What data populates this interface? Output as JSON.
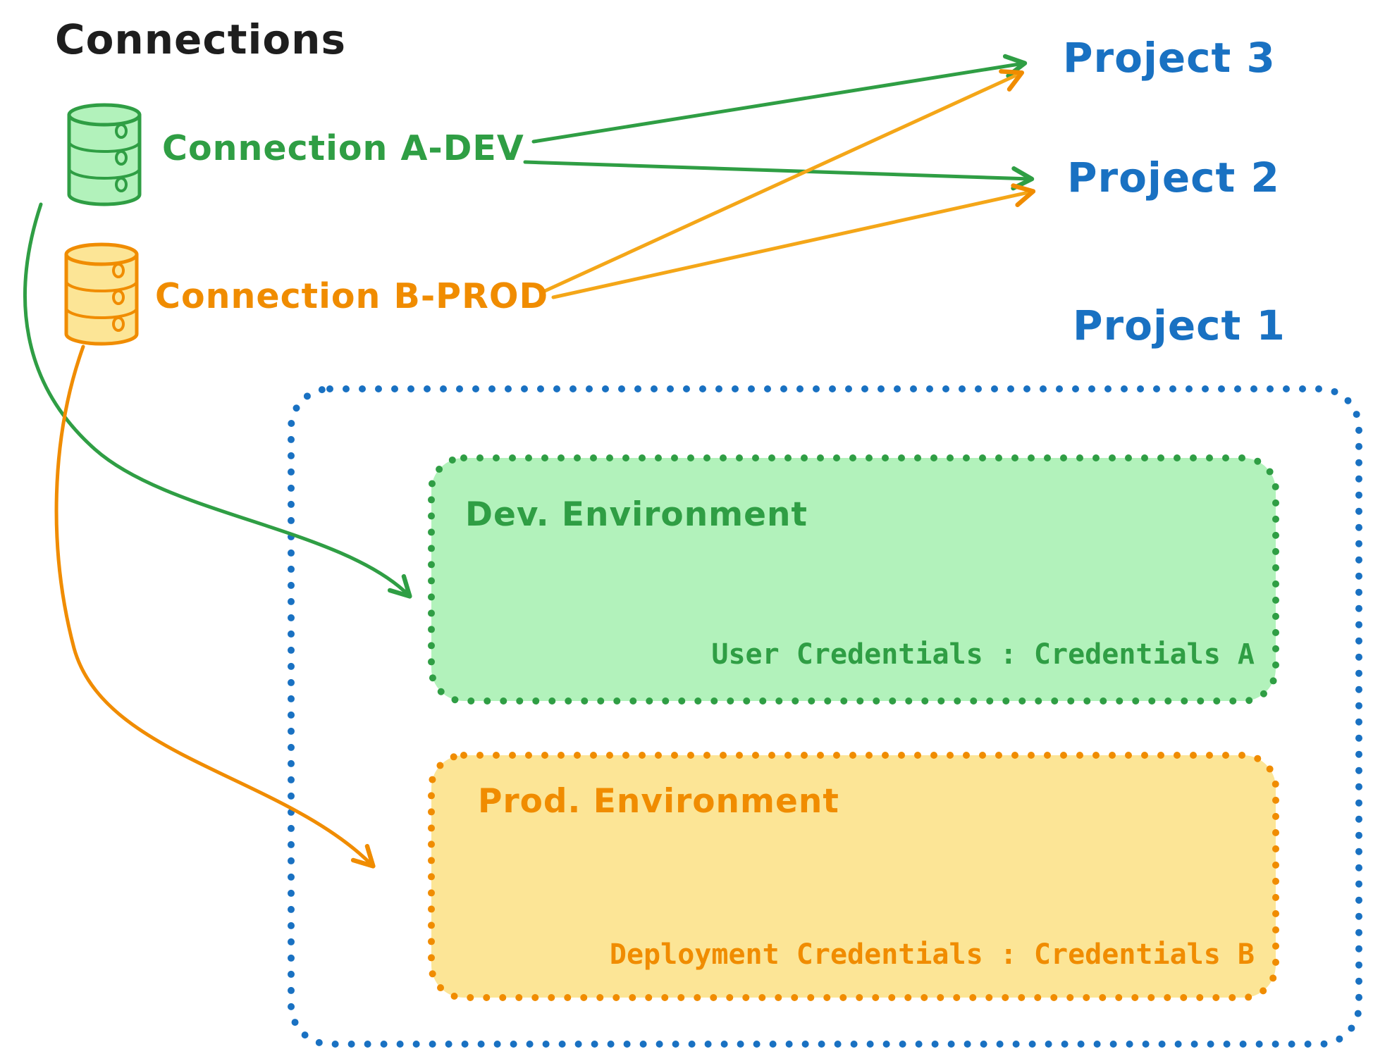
{
  "diagram": {
    "title": "Connections",
    "connections": [
      {
        "label": "Connection A-DEV",
        "type": "database",
        "color_name": "green"
      },
      {
        "label": "Connection B-PROD",
        "type": "database",
        "color_name": "orange"
      }
    ],
    "projects": [
      "Project 3",
      "Project 2",
      "Project 1"
    ],
    "project1": {
      "label": "Project 1",
      "environments": [
        {
          "title": "Dev. Environment",
          "credentials": "User Credentials : Credentials A",
          "color_name": "green"
        },
        {
          "title": "Prod. Environment",
          "credentials": "Deployment Credentials : Credentials B",
          "color_name": "orange"
        }
      ]
    },
    "edges": [
      {
        "from": "Connection A-DEV",
        "to": "Project 3",
        "color": "green"
      },
      {
        "from": "Connection A-DEV",
        "to": "Project 2",
        "color": "green"
      },
      {
        "from": "Connection B-PROD",
        "to": "Project 3",
        "color": "orange"
      },
      {
        "from": "Connection B-PROD",
        "to": "Project 2",
        "color": "orange"
      },
      {
        "from": "Connection A-DEV",
        "to": "Dev. Environment",
        "color": "green"
      },
      {
        "from": "Connection B-PROD",
        "to": "Prod. Environment",
        "color": "orange"
      }
    ],
    "colors": {
      "text_black": "#1e1e1e",
      "blue": "#1971c2",
      "green": "#2f9e44",
      "green_fill": "#b2f2bb",
      "orange": "#f08c00",
      "yellow_fill": "#fce596"
    }
  }
}
